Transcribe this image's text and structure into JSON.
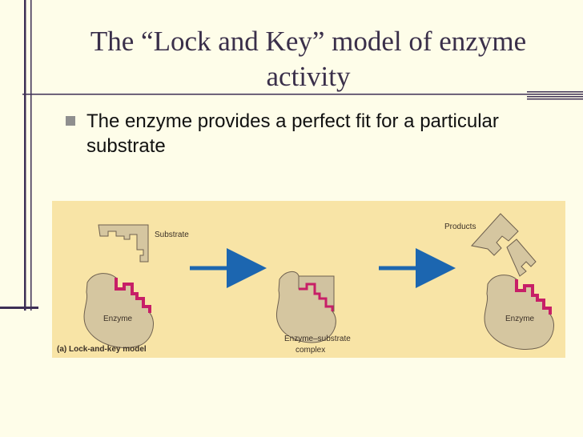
{
  "slide": {
    "title": "The “Lock and Key” model of enzyme activity",
    "bullet": "The enzyme provides a perfect fit for a particular substrate"
  },
  "diagram": {
    "labels": {
      "substrate": "Substrate",
      "products": "Products",
      "enzyme_left": "Enzyme",
      "enzyme_right": "Enzyme",
      "complex_line1": "Enzyme–substrate",
      "complex_line2": "complex",
      "caption": "(a) Lock-and-key model"
    }
  },
  "colors": {
    "background": "#fefde9",
    "title_text": "#3a2f4a",
    "accent_bar": "#3d2f55",
    "panel": "#f8e4a6",
    "enzyme": "#d5c6a0",
    "active_site": "#c71f67",
    "arrow": "#1c66b0"
  }
}
